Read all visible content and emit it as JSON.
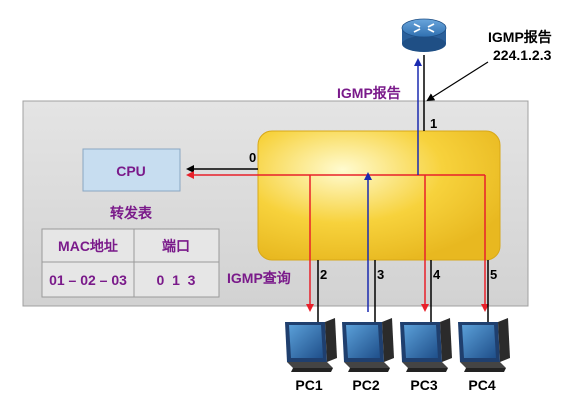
{
  "router": {
    "icon": "router-icon"
  },
  "igmp_report_top": {
    "line1": "IGMP报告",
    "line2": "224.1.2.3"
  },
  "igmp_report_mid": "IGMP报告",
  "igmp_query": "IGMP查询",
  "cpu_label": "CPU",
  "forwarding_table": {
    "title": "转发表",
    "headers": [
      "MAC地址",
      "端口"
    ],
    "rows": [
      [
        "01 – 02 – 03",
        "0  1  3"
      ]
    ]
  },
  "ports": [
    "0",
    "1",
    "2",
    "3",
    "4",
    "5"
  ],
  "pcs": [
    {
      "label": "PC1",
      "icon": "pc-icon"
    },
    {
      "label": "PC2",
      "icon": "pc-icon"
    },
    {
      "label": "PC3",
      "icon": "pc-icon"
    },
    {
      "label": "PC4",
      "icon": "pc-icon"
    }
  ],
  "colors": {
    "panel": "#dcdcdc",
    "panel_border": "#a0a0a0",
    "switch_yellow": "#f7d23c",
    "cpu_box": "#c7ddf0",
    "table_bg": "#e6e6e6",
    "query_red": "#e8202a",
    "report_blue": "#1a2ab0",
    "label_purple": "#7a1a8a",
    "router_blue": "#3a78b8"
  }
}
